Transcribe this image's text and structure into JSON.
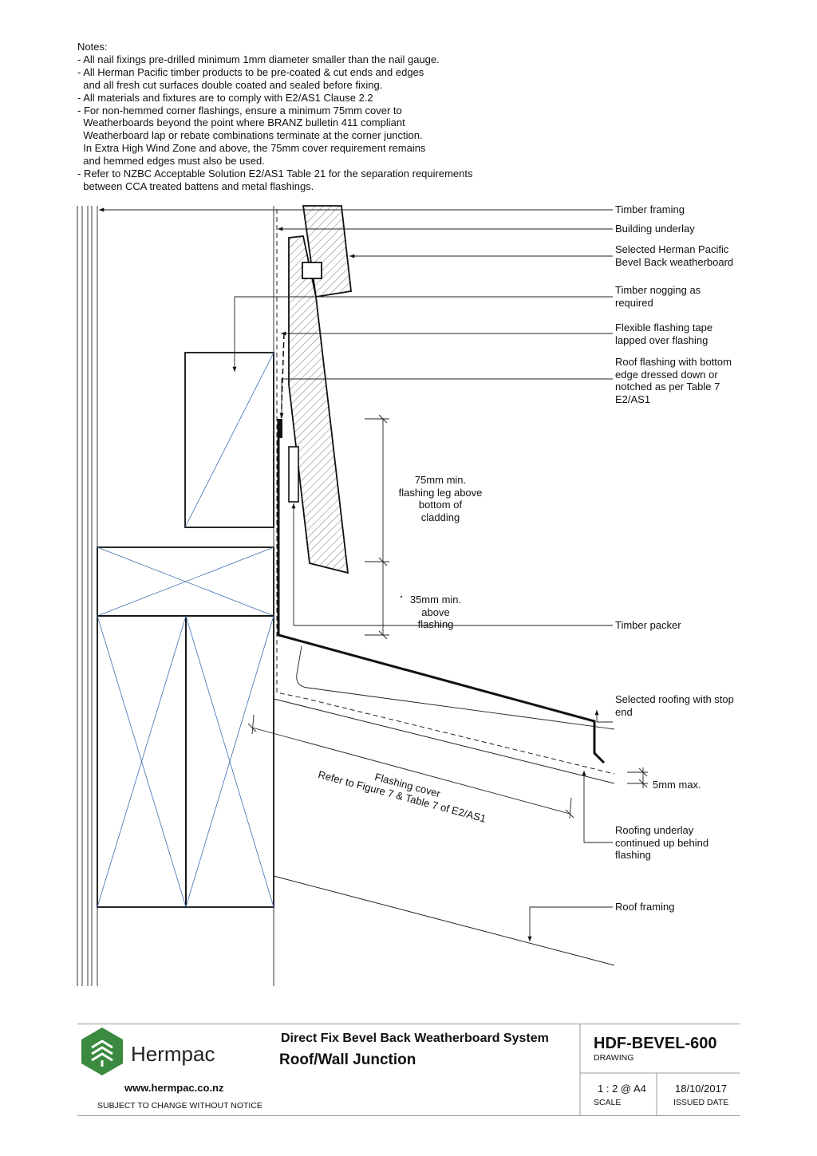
{
  "notes": {
    "heading": "Notes:",
    "lines": [
      "- All nail fixings pre-drilled minimum 1mm diameter smaller than the nail gauge.",
      "- All Herman Pacific timber products to be pre-coated & cut ends and edges",
      "  and all fresh cut surfaces double coated and sealed before fixing.",
      "- All materials and fixtures are to comply with E2/AS1 Clause 2.2",
      "- For non-hemmed corner flashings, ensure a minimum 75mm cover to",
      "  Weatherboards beyond the point where BRANZ bulletin 411 compliant",
      "  Weatherboard lap or rebate combinations terminate at the corner junction.",
      "  In Extra High Wind Zone and above, the 75mm cover requirement remains",
      "  and hemmed edges must also be used.",
      "- Refer to NZBC Acceptable Solution E2/AS1 Table 21 for the separation requirements",
      "  between CCA treated battens and metal flashings."
    ]
  },
  "labels": {
    "timber_framing": "Timber framing",
    "building_underlay": "Building underlay",
    "weatherboard": "Selected Herman Pacific\nBevel Back weatherboard",
    "nogging": "Timber nogging as\nrequired",
    "flashing_tape": "Flexible flashing tape\nlapped over flashing",
    "roof_flashing": "Roof flashing with bottom\nedge dressed down or\nnotched as per Table 7\nE2/AS1",
    "dim_75": "75mm min.\nflashing leg above\nbottom of\ncladding",
    "dim_35": "35mm min.\nabove\nflashing",
    "timber_packer": "Timber packer",
    "roofing": "Selected roofing with stop\nend",
    "gap": "5mm max.",
    "flashing_cover_1": "Flashing cover",
    "flashing_cover_2": "Refer to Figure 7 & Table 7 of E2/AS1",
    "roofing_underlay": "Roofing underlay\ncontinued up behind\nflashing",
    "roof_framing": "Roof framing"
  },
  "title_block": {
    "brand": "Hermpac",
    "website": "www.hermpac.co.nz",
    "disclaimer": "SUBJECT TO CHANGE WITHOUT NOTICE",
    "system": "Direct Fix Bevel Back Weatherboard System",
    "title": "Roof/Wall Junction",
    "drawing_no": "HDF-BEVEL-600",
    "drawing_caption": "DRAWING",
    "scale": "1 : 2 @ A4",
    "scale_caption": "SCALE",
    "issued_date": "18/10/2017",
    "issued_caption": "ISSUED DATE",
    "brand_color": "#3a8a3f"
  }
}
